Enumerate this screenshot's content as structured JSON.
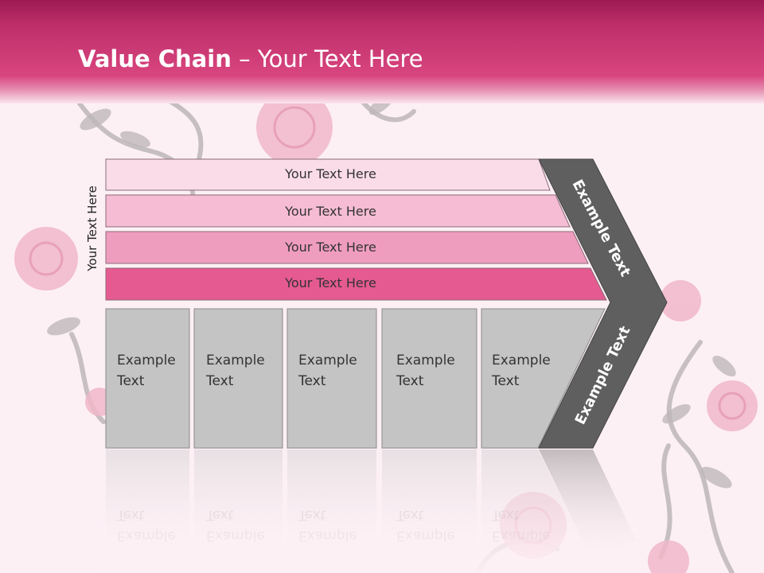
{
  "slide": {
    "title_bold": "Value Chain",
    "title_rest": " – Your Text Here",
    "side_label": "Your Text Here"
  },
  "bands": [
    {
      "label": "Your Text Here",
      "color": "#fadce8"
    },
    {
      "label": "Your Text Here",
      "color": "#f5bcd3"
    },
    {
      "label": "Your Text Here",
      "color": "#ef9dbf"
    },
    {
      "label": "Your Text Here",
      "color": "#e55a90"
    }
  ],
  "columns": [
    {
      "line1": "Example",
      "line2": "Text"
    },
    {
      "line1": "Example",
      "line2": "Text"
    },
    {
      "line1": "Example",
      "line2": "Text"
    },
    {
      "line1": "Example",
      "line2": "Text"
    },
    {
      "line1": "Example",
      "line2": "Text"
    }
  ],
  "arrow": {
    "upper_label": "Example Text",
    "lower_label": "Example Text",
    "color": "#5f5f5f"
  },
  "colors": {
    "header": "#c23570",
    "column_fill": "#c4c4c4",
    "background": "#fdf0f5"
  }
}
